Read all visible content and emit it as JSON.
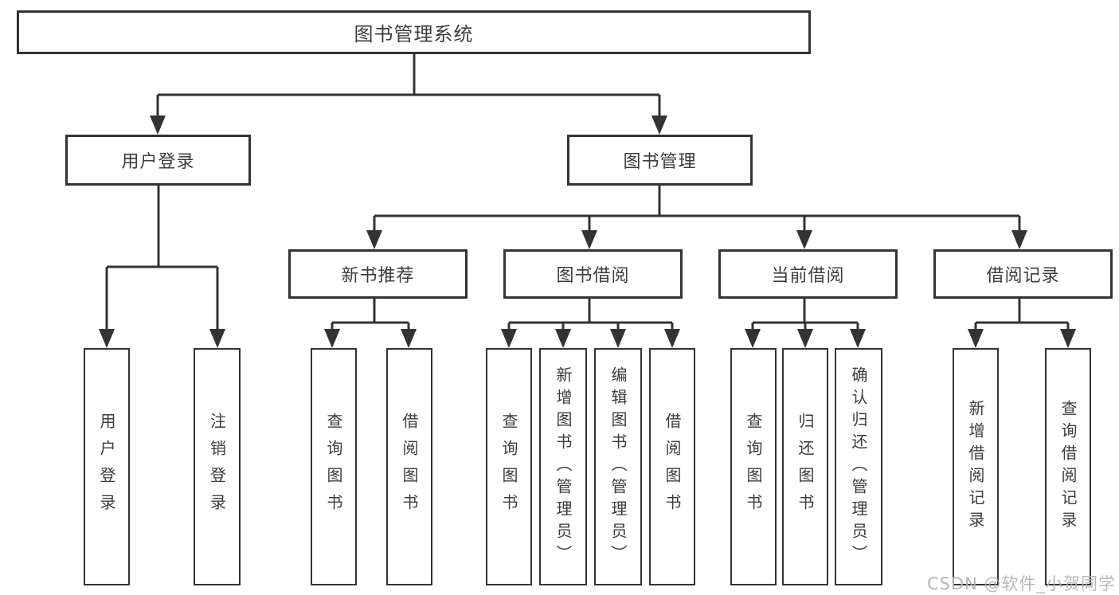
{
  "diagram": {
    "label": "图书管理系统",
    "children": [
      {
        "label": "用户登录",
        "children": [
          {
            "label": "用户登录"
          },
          {
            "label": "注销登录"
          }
        ]
      },
      {
        "label": "图书管理",
        "children": [
          {
            "label": "新书推荐",
            "children": [
              {
                "label": "查询图书"
              },
              {
                "label": "借阅图书"
              }
            ]
          },
          {
            "label": "图书借阅",
            "children": [
              {
                "label": "查询图书"
              },
              {
                "label": "新增图书（管理员）"
              },
              {
                "label": "编辑图书（管理员）"
              },
              {
                "label": "借阅图书"
              }
            ]
          },
          {
            "label": "当前借阅",
            "children": [
              {
                "label": "查询图书"
              },
              {
                "label": "归还图书"
              },
              {
                "label": "确认归还（管理员）"
              }
            ]
          },
          {
            "label": "借阅记录",
            "children": [
              {
                "label": "新增借阅记录"
              },
              {
                "label": "查询借阅记录"
              }
            ]
          }
        ]
      }
    ]
  },
  "watermark": {
    "text": "CSDN @软件_小贺同学"
  },
  "colors": {
    "line": "#333333",
    "text": "#3c3c3c",
    "background": "#ffffff",
    "watermark": "#b0b0b3"
  }
}
